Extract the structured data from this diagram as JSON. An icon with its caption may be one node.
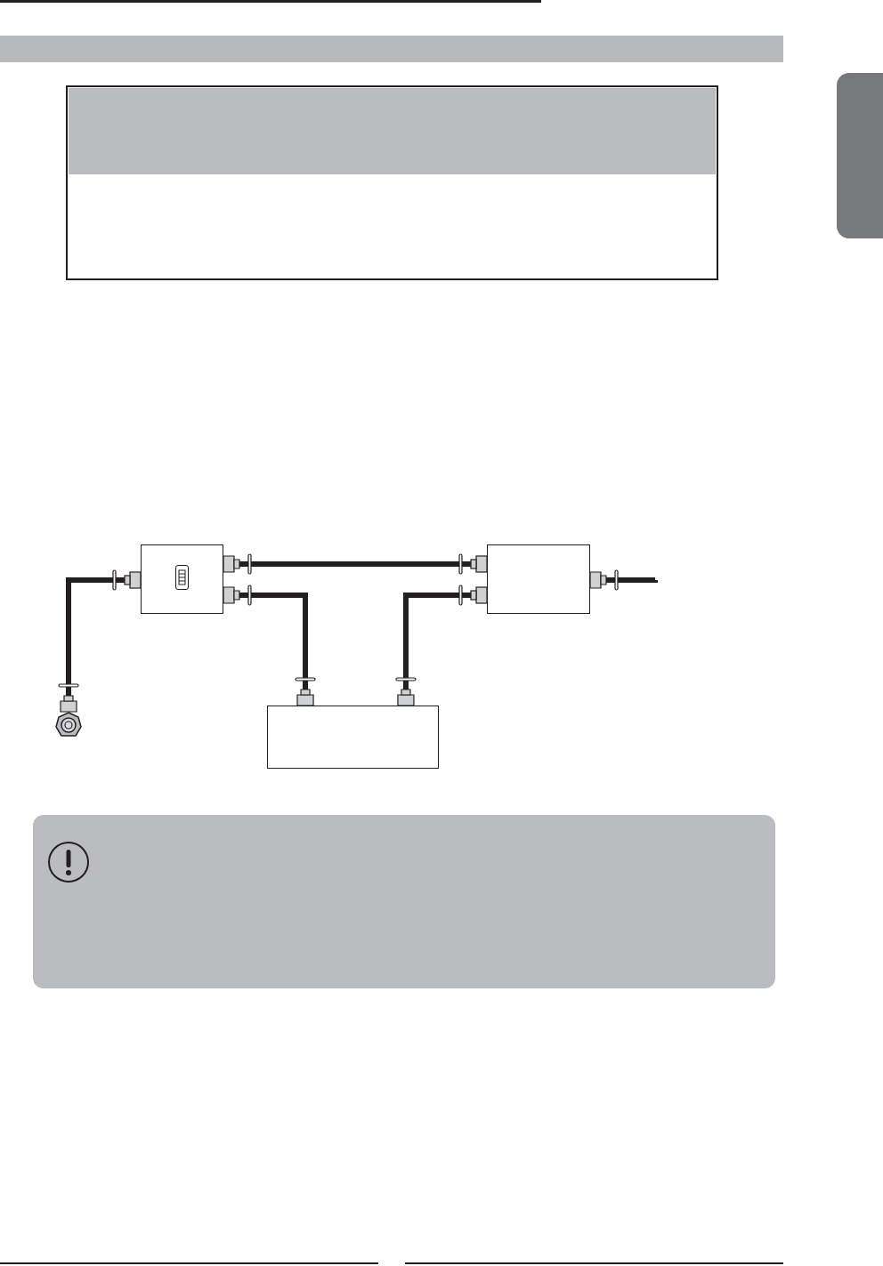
{
  "diagram": {
    "nodes": [
      {
        "text": [],
        "shape": "bar"
      },
      {
        "text": [],
        "shape": "tab"
      },
      {
        "text": [],
        "shape": "box"
      },
      {
        "text": [],
        "shape": "box"
      },
      {
        "text": [],
        "shape": "hexagon"
      },
      {
        "text": [],
        "shape": "box"
      }
    ],
    "edges": [
      {
        "from": 4,
        "to": 2,
        "arrow": "other"
      },
      {
        "from": 2,
        "to": 3,
        "arrow": "other"
      },
      {
        "from": 2,
        "to": 5,
        "arrow": "other"
      },
      {
        "from": 5,
        "to": 3,
        "arrow": "other"
      },
      {
        "from": 3,
        "to": null,
        "arrow": "other"
      }
    ]
  }
}
